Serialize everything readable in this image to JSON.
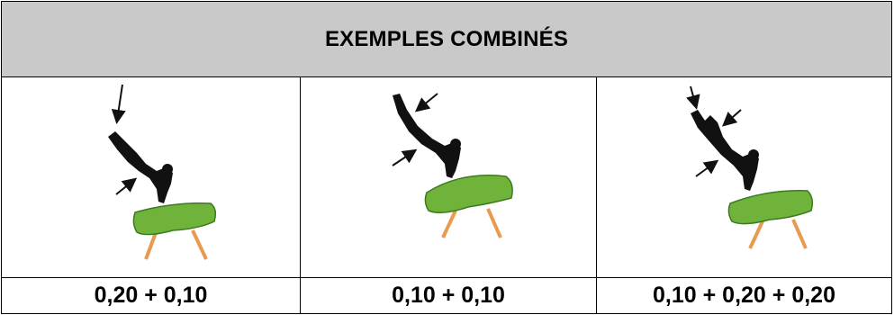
{
  "table": {
    "header": "EXEMPLES COMBINÉS",
    "columns": [
      {
        "value": "0,20 + 0,10",
        "illustration": "gymnast-vault-with-two-arrows"
      },
      {
        "value": "0,10 + 0,10",
        "illustration": "gymnast-vault-with-two-arrows"
      },
      {
        "value": "0,10 + 0,20 + 0,20",
        "illustration": "gymnast-vault-with-three-arrows"
      }
    ]
  },
  "colors": {
    "header_bg": "#c9c9c9",
    "vault_top": "#6fb33b",
    "vault_legs": "#e89a4e",
    "silhouette": "#111111"
  }
}
